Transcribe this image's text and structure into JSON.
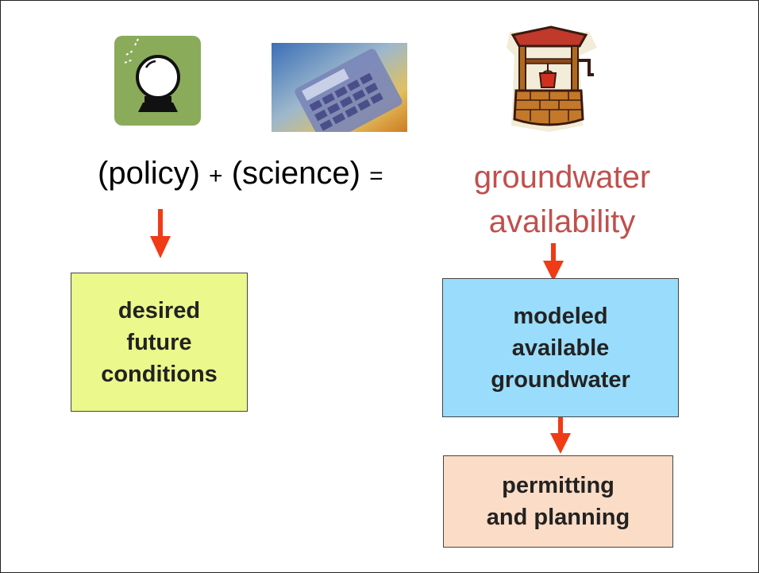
{
  "equation": {
    "policy": "(policy)",
    "plus": "+",
    "science": "(science)",
    "equals": "=",
    "result_line1": "groundwater",
    "result_line2": "availability"
  },
  "boxes": {
    "desired_future_conditions": [
      "desired",
      "future",
      "conditions"
    ],
    "modeled_available_groundwater": [
      "modeled",
      "available",
      "groundwater"
    ],
    "permitting_and_planning": [
      "permitting",
      "and planning"
    ]
  },
  "icons": {
    "policy_icon": "crystal-ball-icon",
    "science_icon": "calculator-icon",
    "groundwater_icon": "water-well-icon"
  },
  "colors": {
    "result_text": "#c0504d",
    "arrow": "#ef3b16",
    "dfc_box": "#eaf88c",
    "mag_box": "#9adcfb",
    "pp_box": "#fbdcc6",
    "icon_bg": "#8aab5a"
  }
}
